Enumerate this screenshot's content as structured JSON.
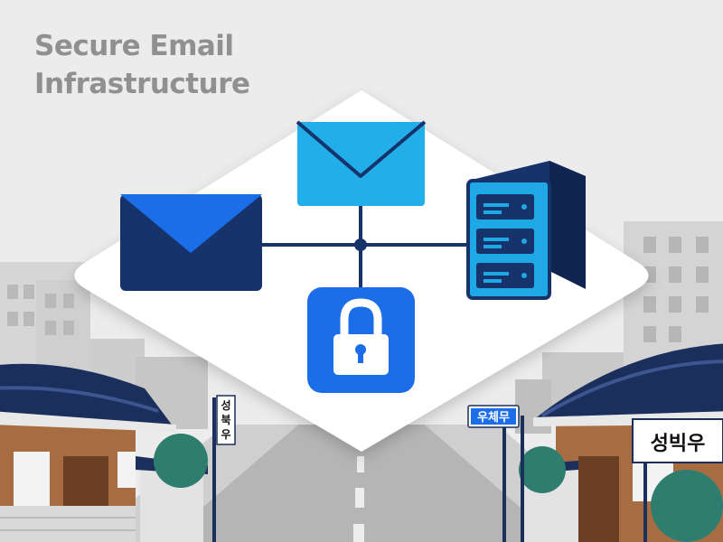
{
  "title": {
    "line1": "Secure Email",
    "line2": "Infrastructure"
  },
  "signs": {
    "left_vertical": [
      "성",
      "북",
      "우"
    ],
    "center": "우체무",
    "right": "성빅우"
  },
  "icons": [
    "envelope-icon",
    "envelope-icon",
    "server-icon",
    "lock-icon"
  ],
  "colors": {
    "navy": "#16336b",
    "blue": "#1c6ee8",
    "cyan": "#1ea8e6",
    "background": "#ececec"
  }
}
